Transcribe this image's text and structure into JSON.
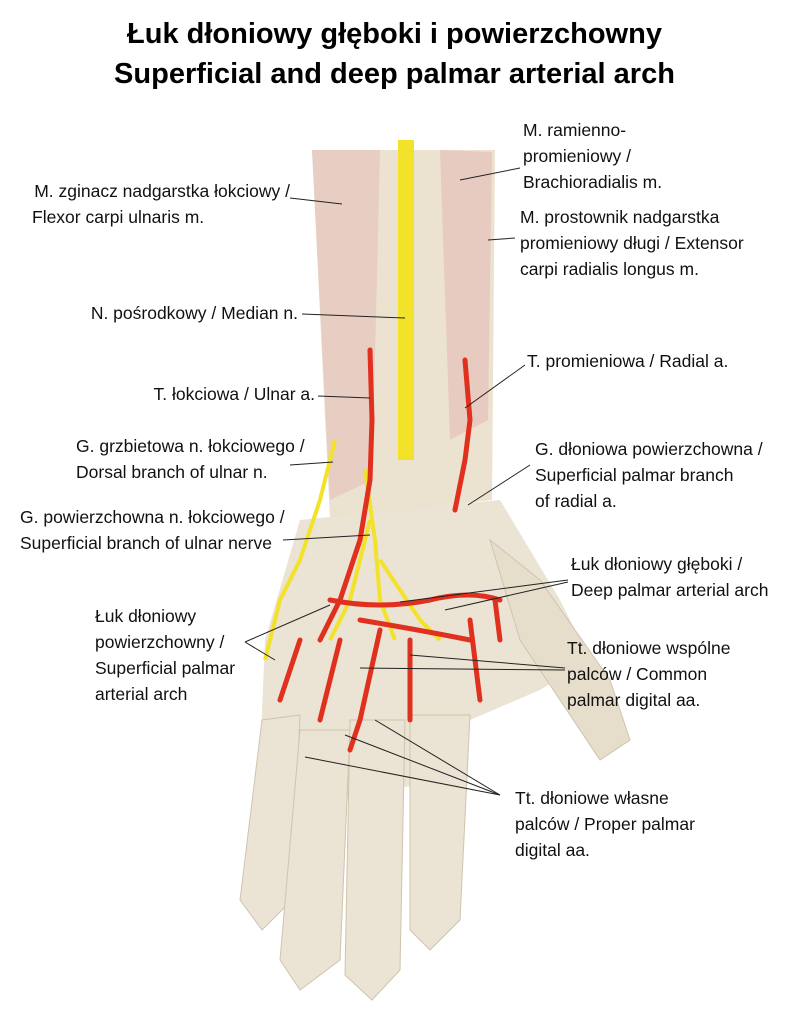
{
  "title": {
    "line1": "Łuk dłoniowy głęboki i powierzchowny",
    "line2": "Superficial and deep palmar arterial arch"
  },
  "labels": {
    "flexor_carpi_ulnaris": [
      "M. zginacz nadgarstka łokciowy /",
      "Flexor carpi ulnaris m."
    ],
    "brachioradialis": [
      "M. ramienno-",
      "promieniowy /",
      "Brachioradialis m."
    ],
    "extensor_carpi_radialis": [
      "M. prostownik nadgarstka",
      "promieniowy długi / Extensor",
      "carpi radialis longus m."
    ],
    "median_nerve": [
      "N. pośrodkowy / Median n."
    ],
    "radial_artery": [
      "T. promieniowa / Radial a."
    ],
    "ulnar_artery": [
      "T. łokciowa / Ulnar a."
    ],
    "dorsal_branch_ulnar": [
      "G. grzbietowa n. łokciowego /",
      "Dorsal branch of ulnar n."
    ],
    "superficial_palmar_branch_radial": [
      "G. dłoniowa powierzchowna /",
      "Superficial palmar branch",
      "of radial a."
    ],
    "superficial_branch_ulnar": [
      "G. powierzchowna n. łokciowego /",
      "Superficial branch of ulnar nerve"
    ],
    "deep_palmar_arch": [
      "Łuk dłoniowy głęboki /",
      "Deep palmar arterial arch"
    ],
    "superficial_palmar_arch": [
      "Łuk dłoniowy",
      "powierzchowny /",
      "Superficial palmar",
      "arterial arch"
    ],
    "common_digital": [
      "Tt. dłoniowe wspólne",
      "palców / Common",
      "palmar digital aa."
    ],
    "proper_digital": [
      "Tt. dłoniowe własne",
      "palców / Proper palmar",
      "digital aa."
    ]
  },
  "colors": {
    "artery": "#e0301e",
    "nerve": "#f2e22a",
    "skin": "#efe7d6",
    "muscle": "#e6c3bb"
  }
}
